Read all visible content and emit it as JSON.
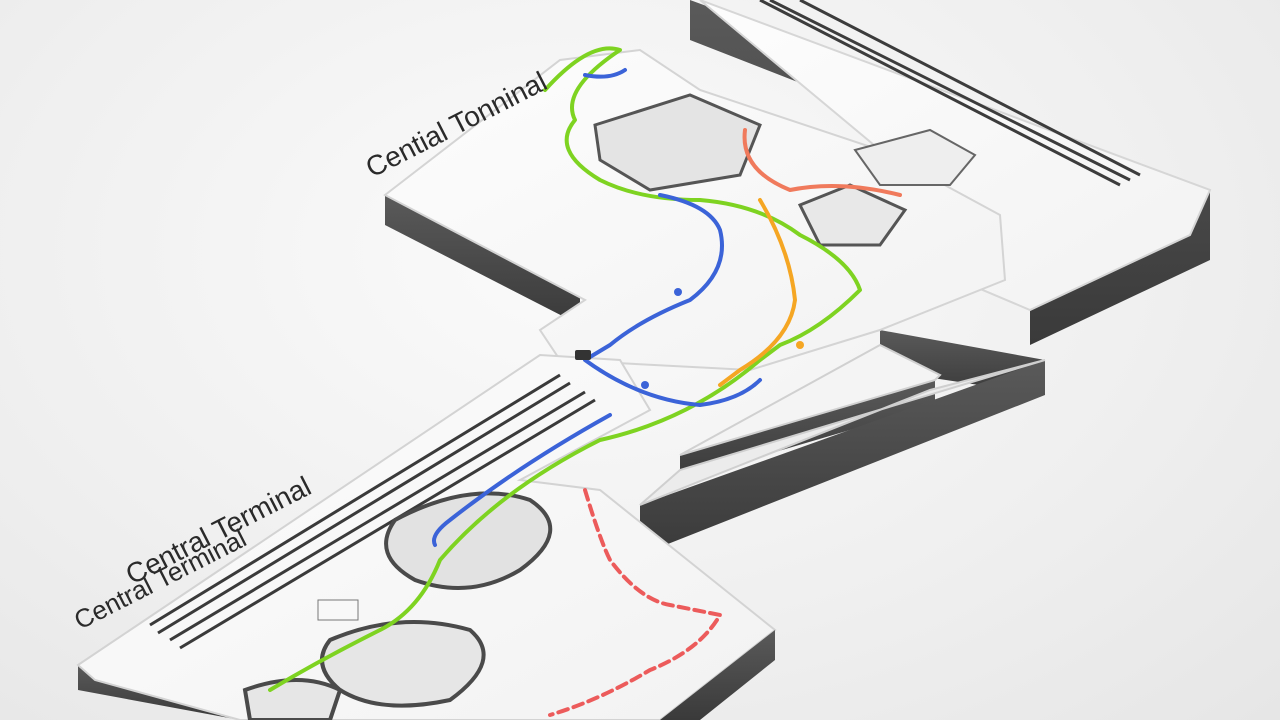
{
  "map": {
    "labels": {
      "upper_terminal": "Cential Tonninal",
      "middle_terminal": "Central Terminal",
      "lower_terminal": "Central Terminal"
    },
    "route_colors": {
      "green": "#7ed321",
      "blue": "#3b63d8",
      "orange": "#f5a623",
      "coral": "#f07a5c",
      "red_dashed": "#ec5b5b"
    }
  }
}
